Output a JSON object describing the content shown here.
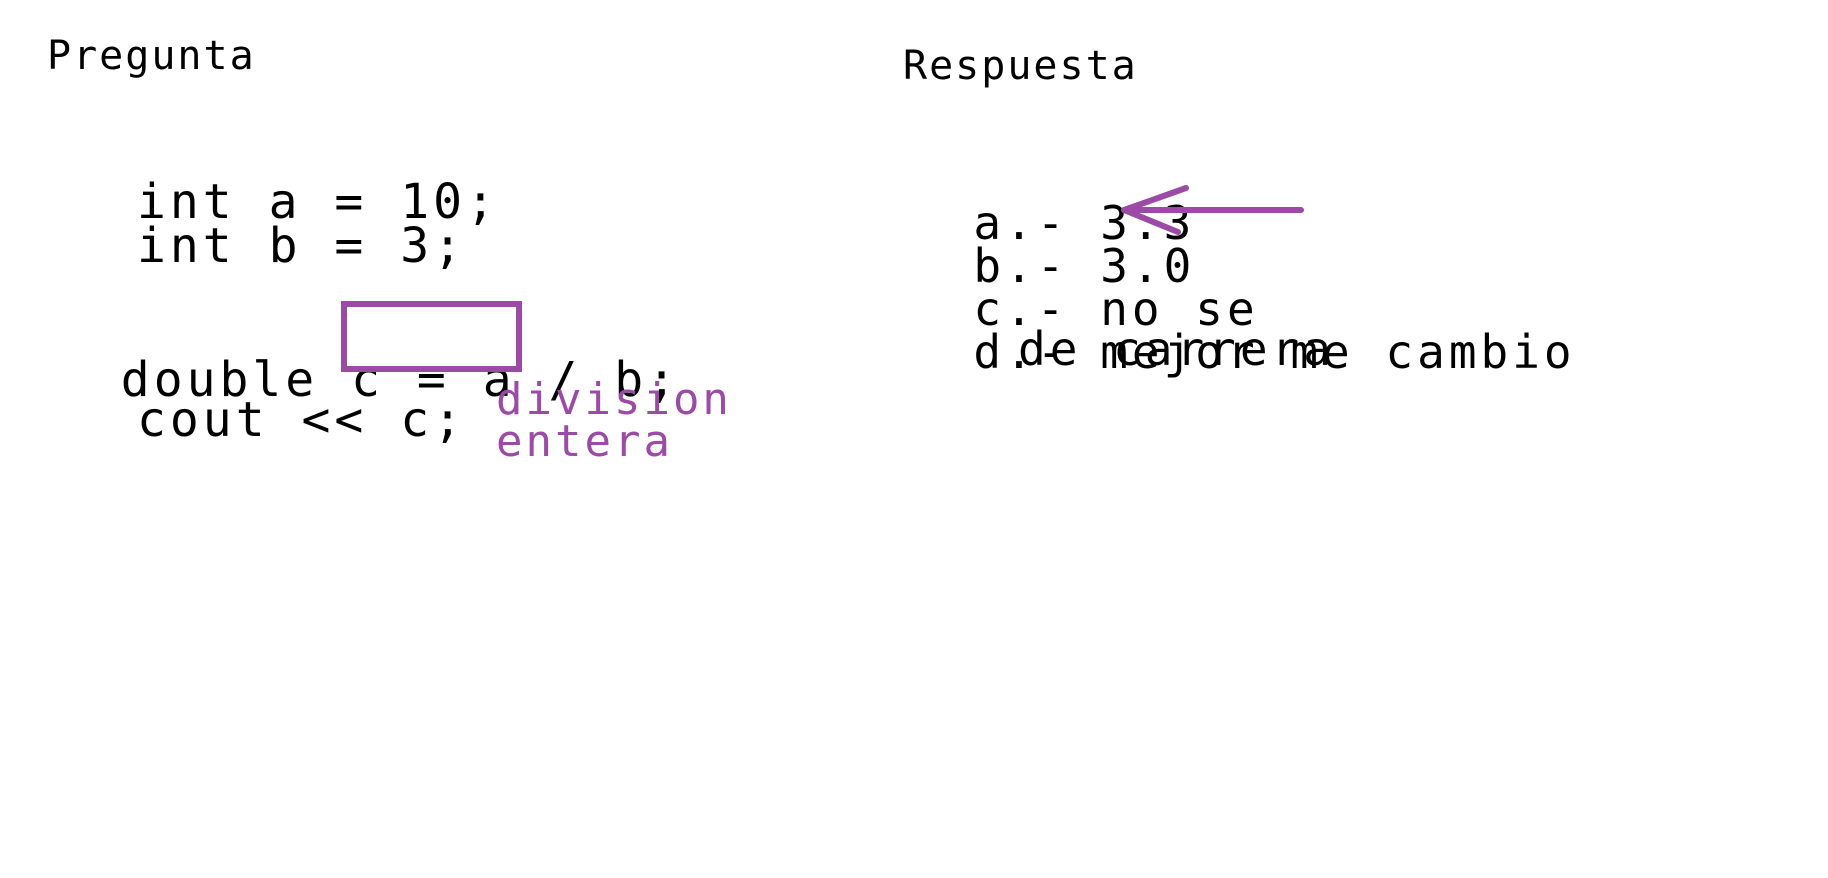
{
  "question": {
    "heading": "Pregunta",
    "code_lines": {
      "line1": "int a = 10;",
      "line2": "int b = 3;",
      "line3_prefix": "double c = ",
      "line3_highlight": "a / b;",
      "line4": "cout << c;"
    },
    "annotation": {
      "line1": "division",
      "line2": "entera",
      "color": "#9b4aa5"
    }
  },
  "answer": {
    "heading": "Respuesta",
    "options": [
      {
        "label": "a.-",
        "text": "3.3"
      },
      {
        "label": "b.-",
        "text": "3.0"
      },
      {
        "label": "c.-",
        "text": "no se"
      },
      {
        "label": "d.-",
        "text": "mejor me cambio"
      },
      {
        "label": "",
        "text": "de carrera"
      }
    ],
    "selected_option": "b",
    "arrow_color": "#9b4aa5"
  }
}
